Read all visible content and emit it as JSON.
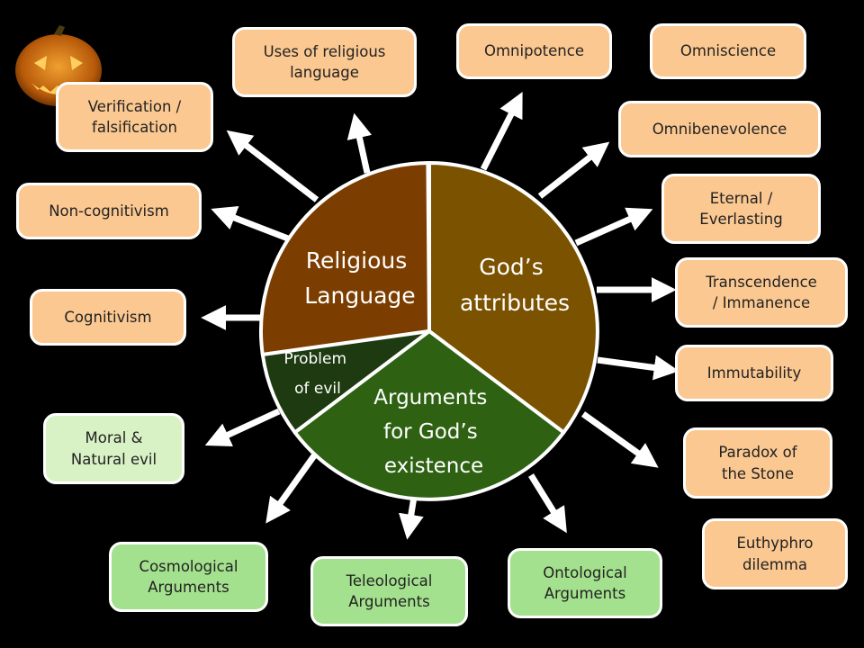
{
  "colors": {
    "background": "#000000",
    "segment_gods_attributes": "#7a5200",
    "segment_religious_language": "#7b3d00",
    "segment_problem_of_evil": "#1e3a10",
    "segment_arguments": "#2e6212",
    "box_orange": "#fbc891",
    "box_pale_green": "#d9f2c5",
    "box_green": "#a4e18e"
  },
  "icons": {
    "corner": "jack-o-lantern-icon"
  },
  "segments": {
    "gods_attributes": {
      "line1": "God’s",
      "line2": "attributes"
    },
    "religious_language": {
      "line1": "Religious",
      "line2": "Language"
    },
    "problem_of_evil": {
      "line1": "Problem",
      "line2": "of evil"
    },
    "arguments": {
      "line1": "Arguments",
      "line2": "for God’s",
      "line3": "existence"
    }
  },
  "boxes": {
    "uses_of_religious_language": {
      "line1": "Uses of religious",
      "line2": "language"
    },
    "verification_falsification": {
      "line1": "Verification /",
      "line2": "falsification"
    },
    "non_cognitivism": {
      "line1": "Non-cognitivism"
    },
    "cognitivism": {
      "line1": "Cognitivism"
    },
    "moral_natural_evil": {
      "line1": "Moral &",
      "line2": "Natural evil"
    },
    "cosmological_arguments": {
      "line1": "Cosmological",
      "line2": "Arguments"
    },
    "teleological_arguments": {
      "line1": "Teleological",
      "line2": "Arguments"
    },
    "ontological_arguments": {
      "line1": "Ontological",
      "line2": "Arguments"
    },
    "omnipotence": {
      "line1": "Omnipotence"
    },
    "omniscience": {
      "line1": "Omniscience"
    },
    "omnibenevolence": {
      "line1": "Omnibenevolence"
    },
    "eternal_everlasting": {
      "line1": "Eternal /",
      "line2": "Everlasting"
    },
    "transcendence_immanence": {
      "line1": "Transcendence",
      "line2": "/ Immanence"
    },
    "immutability": {
      "line1": "Immutability"
    },
    "paradox_of_the_stone": {
      "line1": "Paradox of",
      "line2": "the Stone"
    },
    "euthyphro_dilemma": {
      "line1": "Euthyphro",
      "line2": "dilemma"
    }
  }
}
